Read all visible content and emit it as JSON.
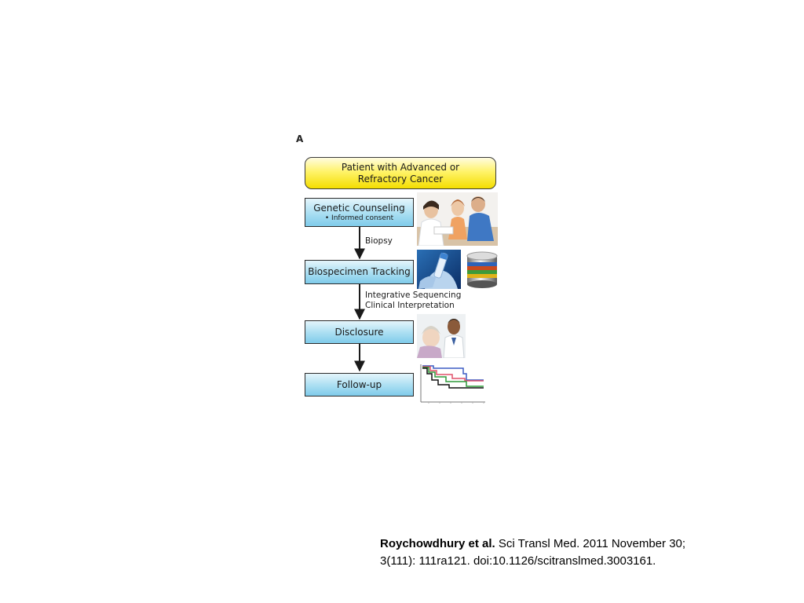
{
  "figure": {
    "panel_letter": "A",
    "steps": {
      "patient": {
        "line1": "Patient with Advanced or",
        "line2": "Refractory Cancer"
      },
      "counseling": {
        "title": "Genetic Counseling",
        "bullet": "•  Informed consent"
      },
      "tracking": {
        "title": "Biospecimen Tracking"
      },
      "disclosure": {
        "title": "Disclosure"
      },
      "followup": {
        "title": "Follow-up"
      }
    },
    "transitions": {
      "biopsy": "Biopsy",
      "sequencing_line1": "Integrative Sequencing",
      "sequencing_line2": "Clinical Interpretation"
    }
  },
  "citation": {
    "authors": "Roychowdhury et al.",
    "ref_line1": " Sci Transl Med. 2011 November 30;",
    "ref_line2": "3(111): 111ra121. doi:10.1126/scitranslmed.3003161."
  },
  "images": [
    {
      "name": "counseling-photo",
      "depicts": "clinician counseling patient"
    },
    {
      "name": "specimen-tube-photo",
      "depicts": "specimen tube in gloved hand"
    },
    {
      "name": "database-icon",
      "depicts": "database cylinder"
    },
    {
      "name": "disclosure-photo",
      "depicts": "doctor with patient"
    },
    {
      "name": "survival-curve-thumbnail",
      "depicts": "survival curves"
    }
  ]
}
